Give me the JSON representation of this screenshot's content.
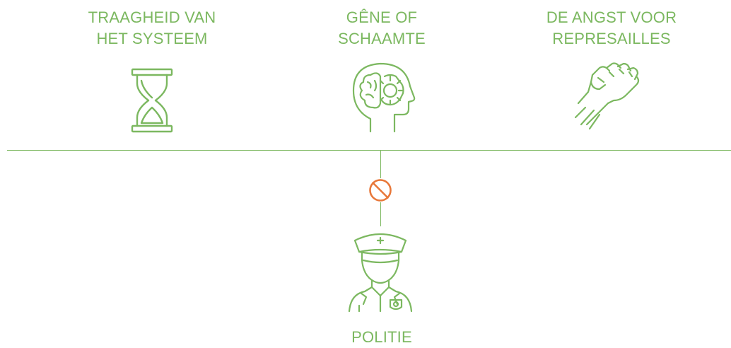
{
  "colors": {
    "accent": "#7cb860",
    "block": "#e8783a",
    "background": "#ffffff"
  },
  "barriers": [
    {
      "lines": [
        "TRAAGHEID VAN",
        "HET SYSTEEM"
      ],
      "icon": "hourglass-icon"
    },
    {
      "lines": [
        "GÊNE OF",
        "SCHAAMTE"
      ],
      "icon": "head-gear-brain-icon"
    },
    {
      "lines": [
        "DE ANGST VOOR",
        "REPRESAILLES"
      ],
      "icon": "raised-fist-icon"
    }
  ],
  "connector": {
    "icon": "prohibited-icon"
  },
  "target": {
    "label": "POLITIE",
    "icon": "police-officer-icon"
  }
}
